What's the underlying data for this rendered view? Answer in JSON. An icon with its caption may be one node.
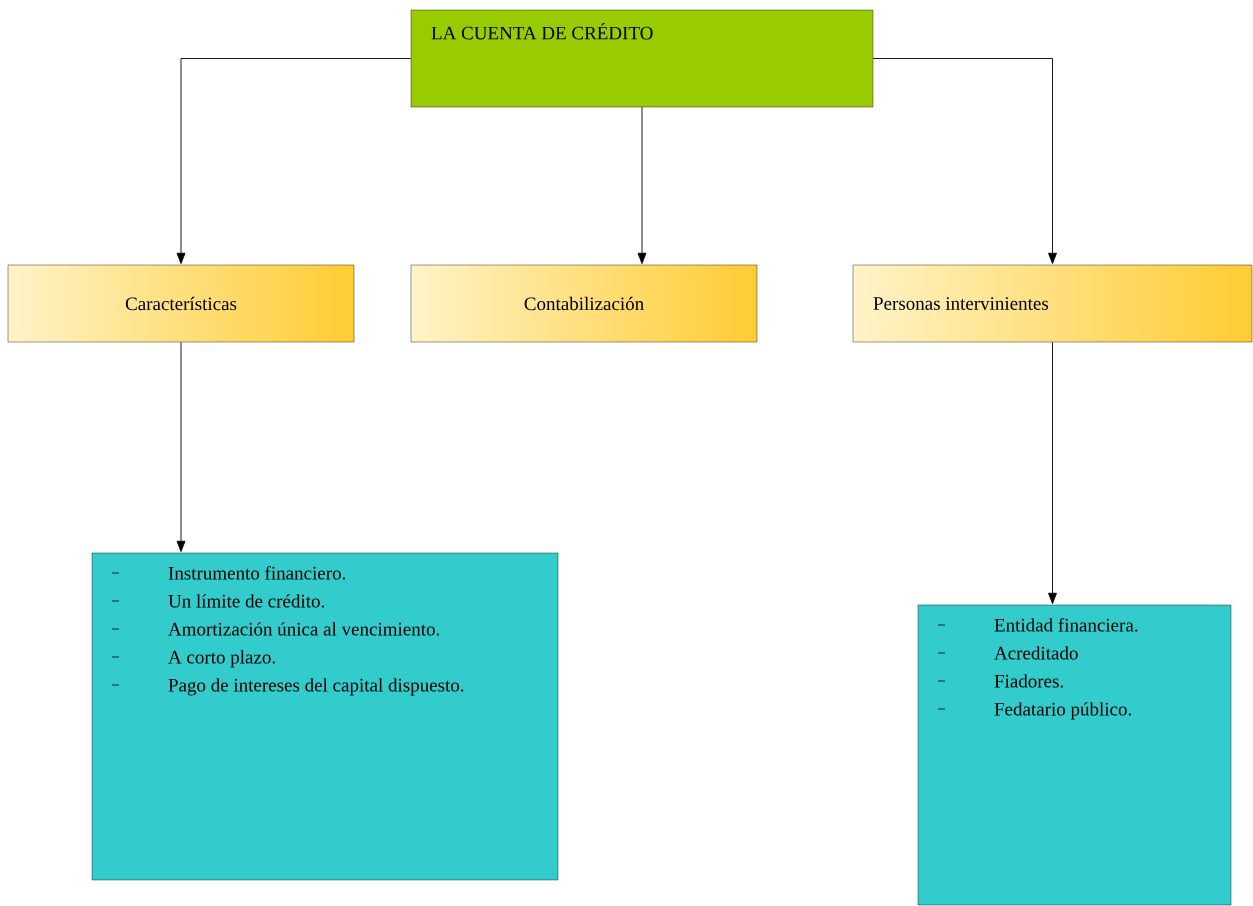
{
  "diagram": {
    "nodes": [
      {
        "text": [
          "LA CUENTA DE CRÉDITO"
        ]
      },
      {
        "text": [
          "Características"
        ]
      },
      {
        "text": [
          "Contabilización"
        ]
      },
      {
        "text": [
          "Personas intervinientes"
        ]
      },
      {
        "text": [
          "Instrumento financiero.",
          "Un límite de crédito.",
          "Amortización única al vencimiento.",
          "A corto plazo.",
          "Pago de intereses del capital dispuesto."
        ]
      },
      {
        "text": [
          "Entidad financiera.",
          "Acreditado",
          "Fiadores.",
          "Fedatario público."
        ]
      }
    ],
    "edges": [
      {
        "from": 0,
        "to": 1,
        "arrow": "to"
      },
      {
        "from": 0,
        "to": 2,
        "arrow": "to"
      },
      {
        "from": 0,
        "to": 3,
        "arrow": "to"
      },
      {
        "from": 1,
        "to": 4,
        "arrow": "to"
      },
      {
        "from": 3,
        "to": 5,
        "arrow": "to"
      }
    ]
  }
}
